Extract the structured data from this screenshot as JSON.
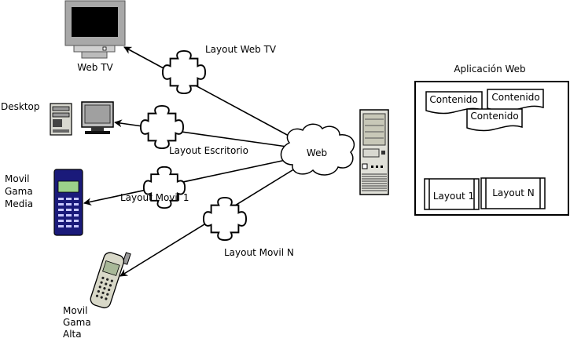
{
  "nodes": {
    "web_tv": "Web TV",
    "desktop": "Desktop",
    "movil_media": [
      "Movil",
      "Gama",
      "Media"
    ],
    "movil_alta": [
      "Movil",
      "Gama",
      "Alta"
    ],
    "web": "Web"
  },
  "layouts": {
    "web_tv": "Layout Web TV",
    "escritorio": "Layout Escritorio",
    "movil_1": "Layout Movil 1",
    "movil_n": "Layout Movil N"
  },
  "app": {
    "title": "Aplicación Web",
    "contents": [
      "Contenido",
      "Contenido",
      "Contenido"
    ],
    "layouts": [
      "Layout 1",
      "Layout N"
    ]
  }
}
